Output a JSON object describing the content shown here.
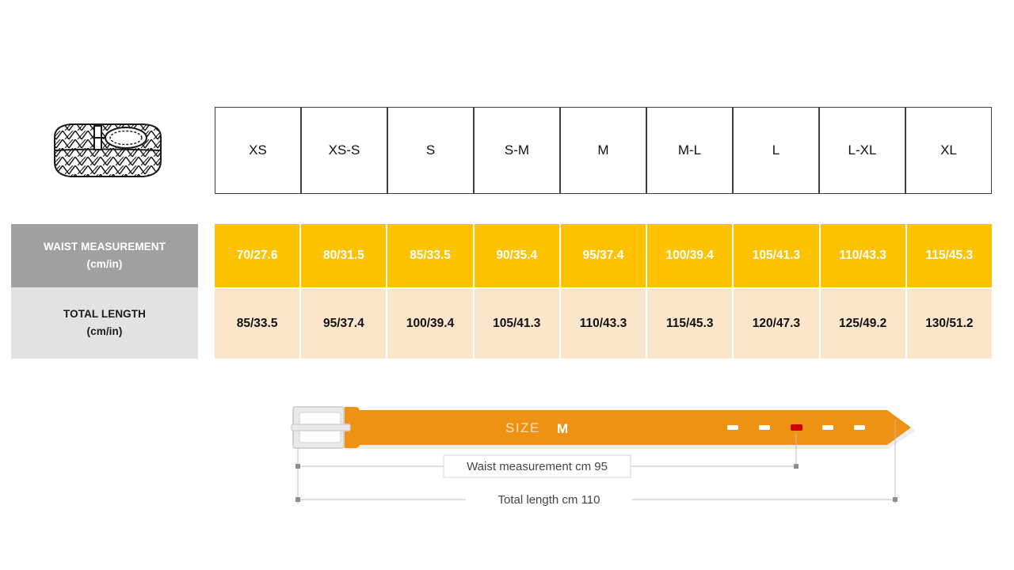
{
  "product_icon": {
    "name": "braided-belt-illustration"
  },
  "size_table": {
    "header": {
      "sizes": [
        "XS",
        "XS-S",
        "S",
        "S-M",
        "M",
        "M-L",
        "L",
        "L-XL",
        "XL"
      ]
    },
    "rows": [
      {
        "label": "WAIST MEASUREMENT",
        "unit": "(cm/in)",
        "values": [
          "70/27.6",
          "80/31.5",
          "85/33.5",
          "90/35.4",
          "95/37.4",
          "100/39.4",
          "105/41.3",
          "110/43.3",
          "115/45.3"
        ],
        "label_bg": "#a0a0a0",
        "label_color": "#ffffff",
        "cell_bg": "#fdc300",
        "cell_color": "#ffffff"
      },
      {
        "label": "TOTAL LENGTH",
        "unit": "(cm/in)",
        "values": [
          "85/33.5",
          "95/37.4",
          "100/39.4",
          "105/41.3",
          "110/43.3",
          "115/45.3",
          "120/47.3",
          "125/49.2",
          "130/51.2"
        ],
        "label_bg": "#e2e2e2",
        "label_color": "#1a1a1a",
        "cell_bg": "#fce6cb",
        "cell_color": "#111111"
      }
    ]
  },
  "belt_diagram": {
    "size_prefix": "SIZE",
    "size_value": "M",
    "waist_label": "Waist measurement cm 95",
    "total_label": "Total length cm 110",
    "belt_color": "#ef9213",
    "buckle_color": "#e3e3e3",
    "active_hole_color": "#cc0000",
    "hole_color": "#ffffff",
    "holes_total": 5,
    "active_hole_index": 3
  }
}
